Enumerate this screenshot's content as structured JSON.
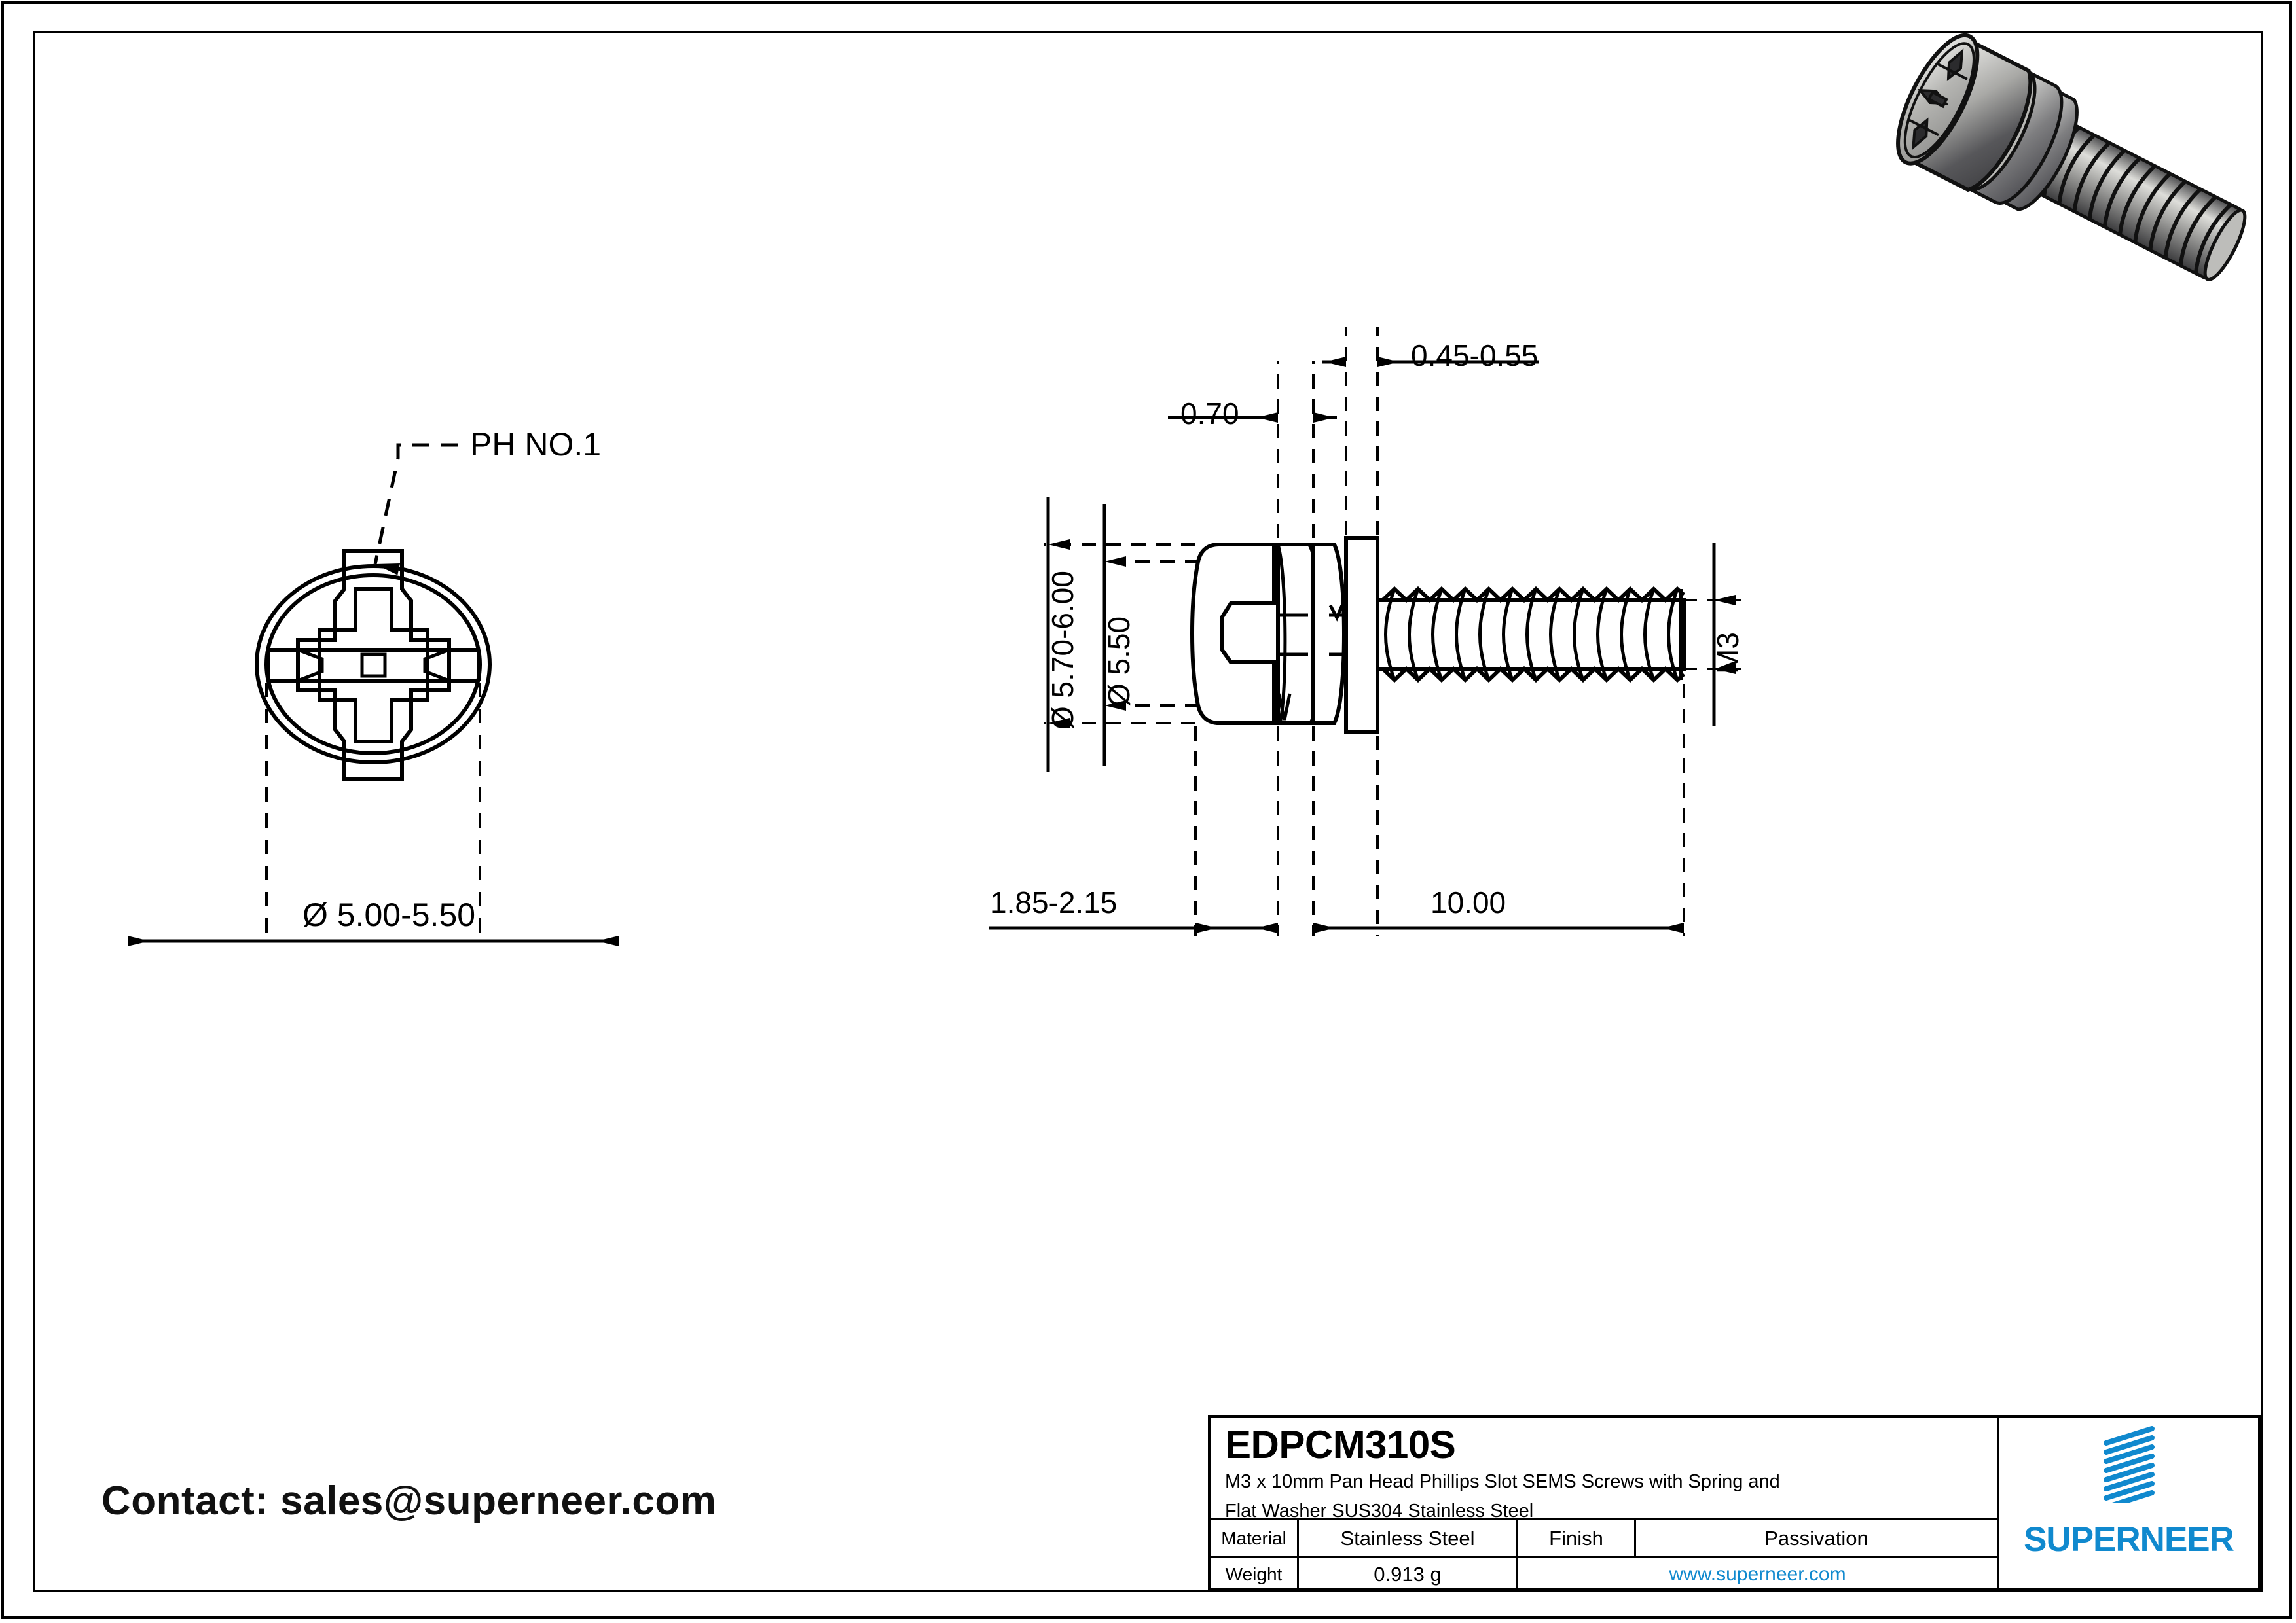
{
  "sheet": {
    "bg": "#ffffff",
    "line_color": "#000000",
    "accent_blue": "#1089CE"
  },
  "contact": {
    "text": "Contact: sales@superneer.com"
  },
  "front_view": {
    "callout": "PH NO.1",
    "diameter_dim": "Ø 5.00-5.50"
  },
  "side_view": {
    "dim_flat_washer_thickness": "0.45-0.55",
    "dim_spring_washer_thickness": "0.70",
    "dim_head_diameter_outer": "Ø 5.70-6.00",
    "dim_head_diameter_inner": "Ø 5.50",
    "dim_thread_size": "M3",
    "dim_head_height": "1.85-2.15",
    "dim_thread_length": "10.00"
  },
  "title_block": {
    "part_number": "EDPCM310S",
    "description_line1": "M3 x 10mm Pan Head Phillips Slot SEMS Screws with Spring and",
    "description_line2": "Flat Washer SUS304 Stainless Steel",
    "material_label": "Material",
    "material_value": "Stainless Steel",
    "finish_label": "Finish",
    "finish_value": "Passivation",
    "weight_label": "Weight",
    "weight_value": "0.913 g",
    "url": "www.superneer.com",
    "brand": "SUPERNEER"
  },
  "isometric_view": {
    "icon": "screw-3d-render"
  }
}
